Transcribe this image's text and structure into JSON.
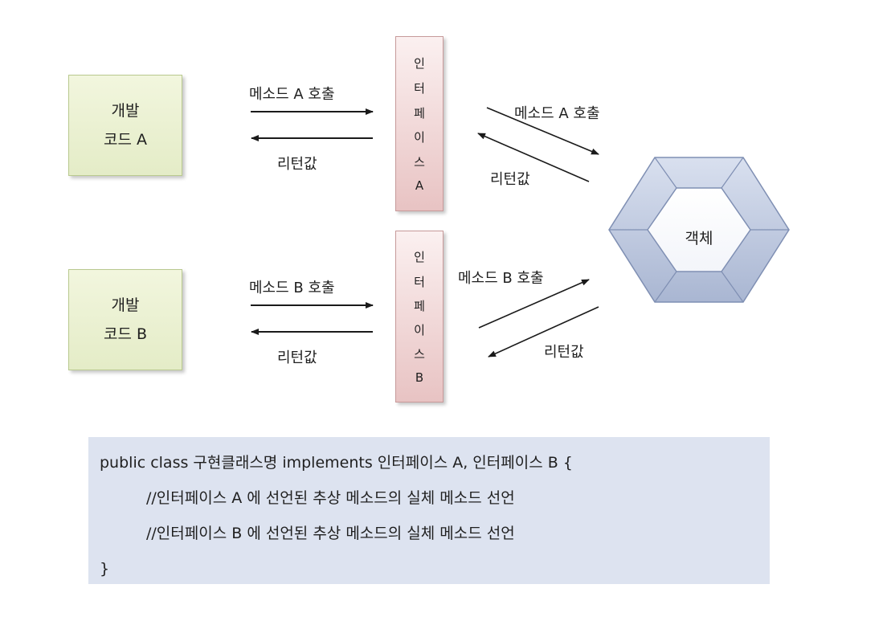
{
  "dev_a": {
    "line1": "개발",
    "line2": "코드 A"
  },
  "dev_b": {
    "line1": "개발",
    "line2": "코드 B"
  },
  "interface_a": [
    "인",
    "터",
    "페",
    "이",
    "스",
    "A"
  ],
  "interface_b": [
    "인",
    "터",
    "페",
    "이",
    "스",
    "B"
  ],
  "labels": {
    "call_a_left": "메소드 A 호출",
    "return_a_left": "리턴값",
    "call_b_left": "메소드 B 호출",
    "return_b_left": "리턴값",
    "call_a_right": "메소드 A 호출",
    "return_a_right": "리턴값",
    "call_b_right": "메소드 B 호출",
    "return_b_right": "리턴값"
  },
  "object_label": "객체",
  "code": {
    "line1": "public class 구현클래스명 implements 인터페이스 A, 인터페이스 B {",
    "line2": "//인터페이스 A 에 선언된 추상 메소드의 실체 메소드 선언",
    "line3": "//인터페이스 B 에 선언된 추상 메소드의 실체 메소드 선언",
    "line4": "}"
  },
  "colors": {
    "dev_box_fill": "#e8efcf",
    "interface_fill": "#f0d6d6",
    "object_fill": "#c3cde4",
    "code_bg": "#dde3f0",
    "arrow": "#1a1a1a"
  }
}
